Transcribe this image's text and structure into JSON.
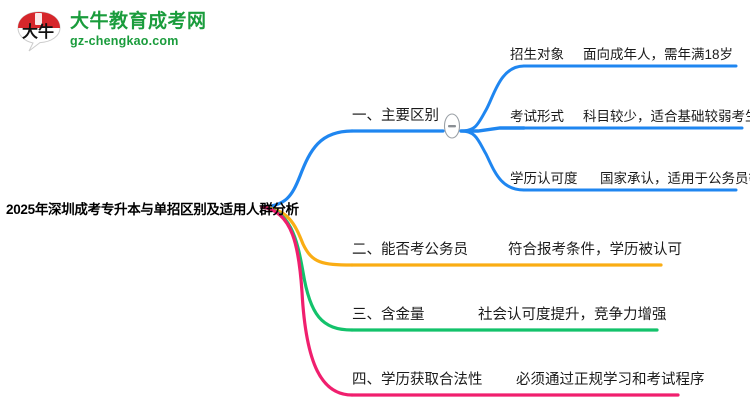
{
  "logo": {
    "title": "大牛教育成考网",
    "domain": "gz-chengkao.com",
    "mark_text": "大牛",
    "brand_green": "#1a9c3c",
    "brand_red": "#d6262b"
  },
  "mindmap": {
    "central_topic": "2025年深圳成考专升本与单招区别及适用人群分析",
    "collapse_state": "expanded",
    "collapse_symbol": "−",
    "branches": [
      {
        "index": "一",
        "label": "一、主要区别",
        "color": "#1f86f0",
        "has_children": true,
        "children": [
          {
            "label": "招生对象",
            "value": "面向成年人，需年满18岁",
            "color": "#1f86f0"
          },
          {
            "label": "考试形式",
            "value": "科目较少，适合基础较弱考生",
            "color": "#1f86f0"
          },
          {
            "label": "学历认可度",
            "value": "国家承认，适用于公务员等",
            "color": "#1f86f0"
          }
        ]
      },
      {
        "index": "二",
        "label": "二、能否考公务员",
        "value": "符合报考条件，学历被认可",
        "color": "#faad14",
        "has_children": false
      },
      {
        "index": "三",
        "label": "三、含金量",
        "value": "社会认可度提升，竞争力增强",
        "color": "#13c26b",
        "has_children": false
      },
      {
        "index": "四",
        "label": "四、学历获取合法性",
        "value": "必须通过正规学习和考试程序",
        "color": "#f01f6e",
        "has_children": false
      }
    ]
  }
}
